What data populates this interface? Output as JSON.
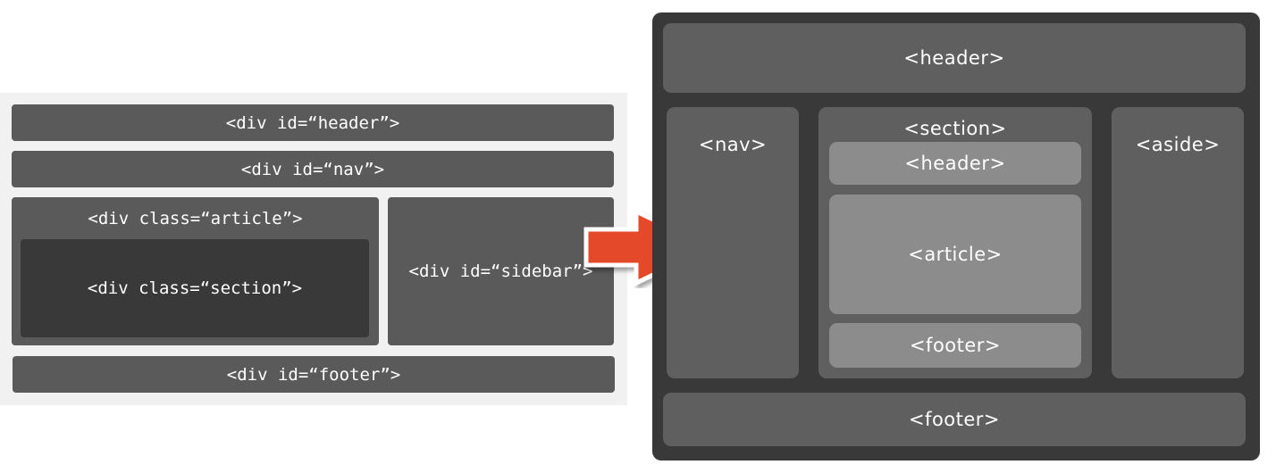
{
  "before": {
    "header": "<div id=“header”>",
    "nav": "<div id=“nav”>",
    "article": "<div class=“article”>",
    "section": "<div class=“section”>",
    "sidebar": "<div id=“sidebar”>",
    "footer": "<div id=“footer”>"
  },
  "after": {
    "header": "<header>",
    "nav": "<nav>",
    "section": "<section>",
    "section_header": "<header>",
    "article": "<article>",
    "section_footer": "<footer>",
    "aside": "<aside>",
    "footer": "<footer>"
  },
  "colors": {
    "arrow": "#e4492a",
    "dark_frame": "#393939",
    "box": "#5f5f5f",
    "light_box": "#8c8c8c"
  }
}
